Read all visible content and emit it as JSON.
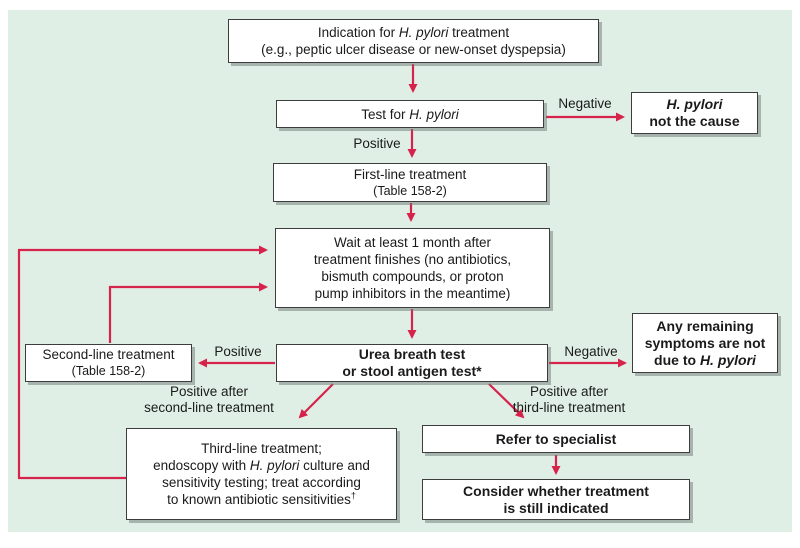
{
  "colors": {
    "panel_background": "#e0efe6",
    "arrow_red": "#d6234c",
    "box_border": "#3d3d3d",
    "box_fill": "#ffffff",
    "text": "#1a1a1a"
  },
  "boxes": {
    "indication": {
      "l1a": "Indication for ",
      "l1b": "H. pylori",
      "l1c": " treatment",
      "l2": "(e.g., peptic ulcer disease or new-onset dyspepsia)"
    },
    "test": {
      "a": "Test for ",
      "b": "H. pylori"
    },
    "not_cause": {
      "l1": "H. pylori",
      "l2": "not the cause"
    },
    "first_line": {
      "l1": "First-line treatment",
      "l2": "(Table 158-2)"
    },
    "wait": {
      "l1": "Wait at least 1 month after",
      "l2": "treatment finishes (no antibiotics,",
      "l3": "bismuth compounds, or proton",
      "l4": "pump inhibitors in the meantime)"
    },
    "urea": {
      "l1": "Urea breath test",
      "l2": "or stool antigen test*"
    },
    "any_remaining": {
      "l1": "Any remaining",
      "l2": "symptoms are not",
      "l3a": "due to ",
      "l3b": "H. pylori"
    },
    "second_line": {
      "l1": "Second-line treatment",
      "l2": "(Table 158-2)"
    },
    "third_line": {
      "l1": "Third-line treatment;",
      "l2a": "endoscopy with ",
      "l2b": "H. pylori",
      "l2c": " culture and",
      "l3": "sensitivity testing; treat according",
      "l4": "to known antibiotic sensitivities",
      "l4sup": "†"
    },
    "refer": {
      "l1": "Refer to specialist"
    },
    "consider": {
      "l1": "Consider whether treatment",
      "l2": "is still indicated"
    }
  },
  "labels": {
    "negative_top": "Negative",
    "positive_top": "Positive",
    "positive_mid": "Positive",
    "negative_mid": "Negative",
    "pos_after_second_l1": "Positive after",
    "pos_after_second_l2": "second-line treatment",
    "pos_after_third_l1": "Positive after",
    "pos_after_third_l2": "third-line treatment"
  }
}
